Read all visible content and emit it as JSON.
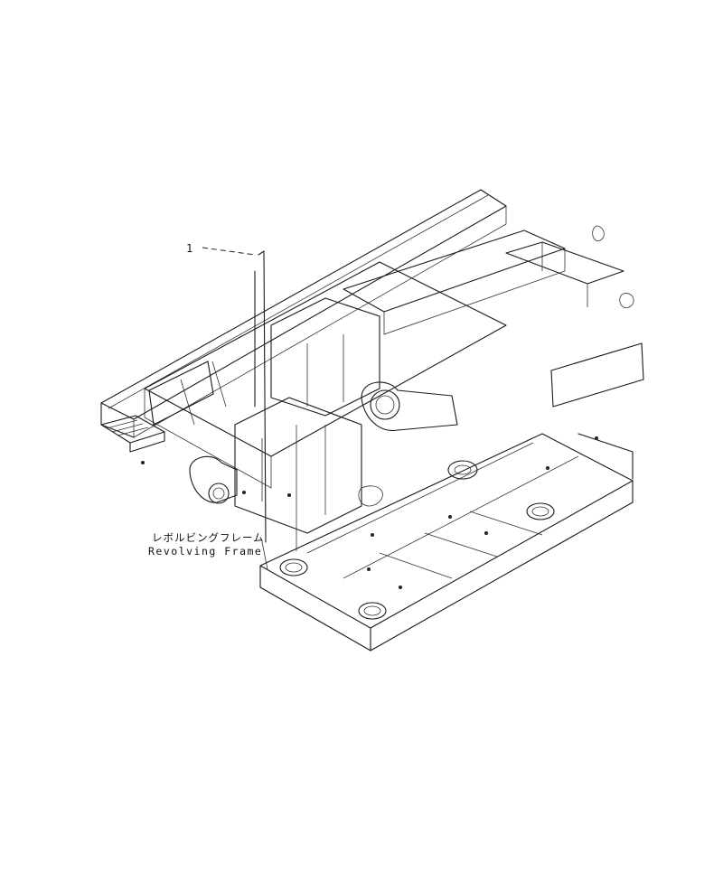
{
  "diagram": {
    "callouts": [
      {
        "number": "1"
      }
    ],
    "frame_label": {
      "japanese": "レボルビングフレーム",
      "english": "Revolving Frame"
    }
  },
  "colors": {
    "line": "#1a1a1a",
    "background": "#ffffff"
  }
}
